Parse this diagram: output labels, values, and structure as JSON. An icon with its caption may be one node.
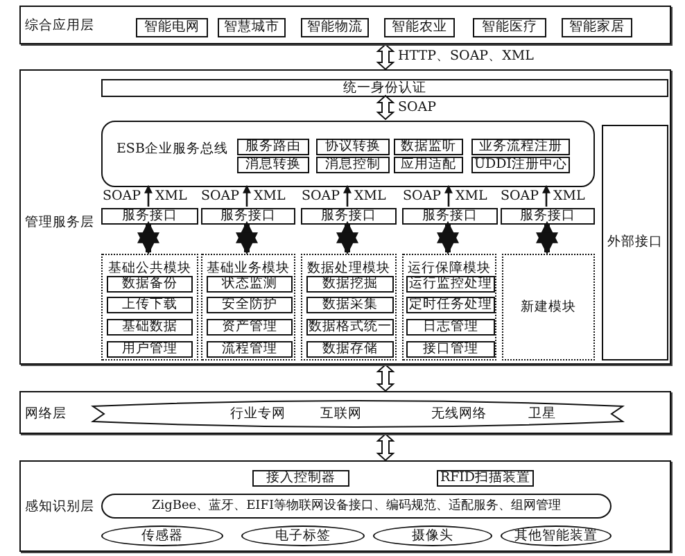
{
  "diagram": {
    "nodes": [
      {
        "text": [
          "综合应用层"
        ]
      },
      {
        "text": [
          "智能电网"
        ],
        "in": 0
      },
      {
        "text": [
          "智慧城市"
        ],
        "in": 0
      },
      {
        "text": [
          "智能物流"
        ],
        "in": 0
      },
      {
        "text": [
          "智能农业"
        ],
        "in": 0
      },
      {
        "text": [
          "智能医疗"
        ],
        "in": 0
      },
      {
        "text": [
          "智能家居"
        ],
        "in": 0
      },
      {
        "text": [
          "管理服务层"
        ]
      },
      {
        "text": [
          "统一身份认证"
        ],
        "in": 7
      },
      {
        "text": [
          "ESB企业服务总线"
        ],
        "in": 7
      },
      {
        "text": [
          "服务路由"
        ],
        "in": 9
      },
      {
        "text": [
          "协议转换"
        ],
        "in": 9
      },
      {
        "text": [
          "数据监听"
        ],
        "in": 9
      },
      {
        "text": [
          "业务流程注册"
        ],
        "in": 9
      },
      {
        "text": [
          "消息转换"
        ],
        "in": 9
      },
      {
        "text": [
          "消息控制"
        ],
        "in": 9
      },
      {
        "text": [
          "应用适配"
        ],
        "in": 9
      },
      {
        "text": [
          "UDDI注册中心"
        ],
        "in": 9
      },
      {
        "text": [
          "服务接口"
        ],
        "in": 7
      },
      {
        "text": [
          "服务接口"
        ],
        "in": 7
      },
      {
        "text": [
          "服务接口"
        ],
        "in": 7
      },
      {
        "text": [
          "服务接口"
        ],
        "in": 7
      },
      {
        "text": [
          "服务接口"
        ],
        "in": 7
      },
      {
        "text": [
          "基础公共模块"
        ],
        "in": 7
      },
      {
        "text": [
          "数据备份"
        ],
        "in": 23
      },
      {
        "text": [
          "上传下载"
        ],
        "in": 23
      },
      {
        "text": [
          "基础数据"
        ],
        "in": 23
      },
      {
        "text": [
          "用户管理"
        ],
        "in": 23
      },
      {
        "text": [
          "基础业务模块"
        ],
        "in": 7
      },
      {
        "text": [
          "状态监测"
        ],
        "in": 28
      },
      {
        "text": [
          "安全防护"
        ],
        "in": 28
      },
      {
        "text": [
          "资产管理"
        ],
        "in": 28
      },
      {
        "text": [
          "流程管理"
        ],
        "in": 28
      },
      {
        "text": [
          "数据处理模块"
        ],
        "in": 7
      },
      {
        "text": [
          "数据挖掘"
        ],
        "in": 33
      },
      {
        "text": [
          "数据采集"
        ],
        "in": 33
      },
      {
        "text": [
          "数据格式统一"
        ],
        "in": 33
      },
      {
        "text": [
          "数据存储"
        ],
        "in": 33
      },
      {
        "text": [
          "运行保障模块"
        ],
        "in": 7
      },
      {
        "text": [
          "运行监控处理"
        ],
        "in": 38
      },
      {
        "text": [
          "定时任务处理"
        ],
        "in": 38
      },
      {
        "text": [
          "日志管理"
        ],
        "in": 38
      },
      {
        "text": [
          "接口管理"
        ],
        "in": 38
      },
      {
        "text": [
          "新建模块"
        ],
        "in": 7
      },
      {
        "text": [
          "外部接口"
        ],
        "in": 7
      },
      {
        "text": [
          "网络层"
        ]
      },
      {
        "text": [
          "行业专网",
          "互联网",
          "无线网络",
          "卫星"
        ],
        "in": 45
      },
      {
        "text": [
          "感知识别层"
        ]
      },
      {
        "text": [
          "接入控制器"
        ],
        "in": 47
      },
      {
        "text": [
          "RFID扫描装置"
        ],
        "in": 47
      },
      {
        "text": [
          "ZigBee、蓝牙、EIFI等物联网设备接口、编码规范、适配服务、组网管理"
        ],
        "in": 47
      },
      {
        "text": [
          "传感器"
        ],
        "in": 47
      },
      {
        "text": [
          "电子标签"
        ],
        "in": 47
      },
      {
        "text": [
          "摄像头"
        ],
        "in": 47
      },
      {
        "text": [
          "其他智能装置"
        ],
        "in": 47
      }
    ],
    "edges": [
      {
        "from": 0,
        "to": 7,
        "arrow": "both",
        "label": "HTTP、SOAP、XML"
      },
      {
        "from": 8,
        "to": 9,
        "arrow": "both",
        "label": "SOAP"
      },
      {
        "from": 18,
        "to": 9,
        "arrow": "to",
        "label": "SOAP"
      },
      {
        "from": 19,
        "to": 9,
        "arrow": "to",
        "label": "SOAP"
      },
      {
        "from": 20,
        "to": 9,
        "arrow": "to",
        "label": "SOAP"
      },
      {
        "from": 21,
        "to": 9,
        "arrow": "to",
        "label": "SOAP"
      },
      {
        "from": 22,
        "to": 9,
        "arrow": "to",
        "label": "SOAP"
      },
      {
        "from": 18,
        "to": 23,
        "arrow": "both",
        "style": "thick"
      },
      {
        "from": 19,
        "to": 28,
        "arrow": "both",
        "style": "thick"
      },
      {
        "from": 20,
        "to": 33,
        "arrow": "both",
        "style": "thick"
      },
      {
        "from": 21,
        "to": 38,
        "arrow": "both",
        "style": "thick"
      },
      {
        "from": 22,
        "to": 43,
        "arrow": "both",
        "style": "thick"
      },
      {
        "from": 7,
        "to": 45,
        "arrow": "both"
      },
      {
        "from": 45,
        "to": 47,
        "arrow": "both"
      }
    ],
    "labels": [
      "XML",
      "XML",
      "XML",
      "XML",
      "XML"
    ]
  }
}
